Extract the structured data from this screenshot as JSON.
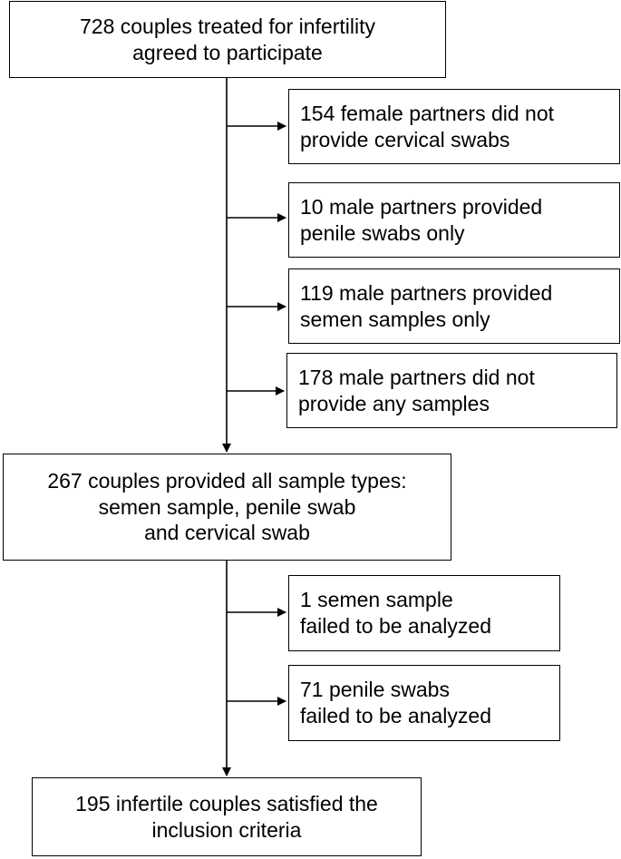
{
  "flowchart": {
    "main_boxes": {
      "start": "728 couples treated for infertility\nagreed to participate",
      "middle": "267 couples provided all sample types:\nsemen sample, penile swab\nand cervical swab",
      "final": "195 infertile couples satisfied the\ninclusion criteria"
    },
    "exclusions_first_stage": [
      "154 female partners did not\nprovide cervical swabs",
      "10 male partners provided\npenile swabs  only",
      "119 male partners provided\nsemen samples only",
      "178 male partners did not\nprovide any samples"
    ],
    "exclusions_second_stage": [
      "1 semen sample\nfailed to be analyzed",
      "71 penile swabs\nfailed to be analyzed"
    ],
    "line_color": "#000000"
  }
}
